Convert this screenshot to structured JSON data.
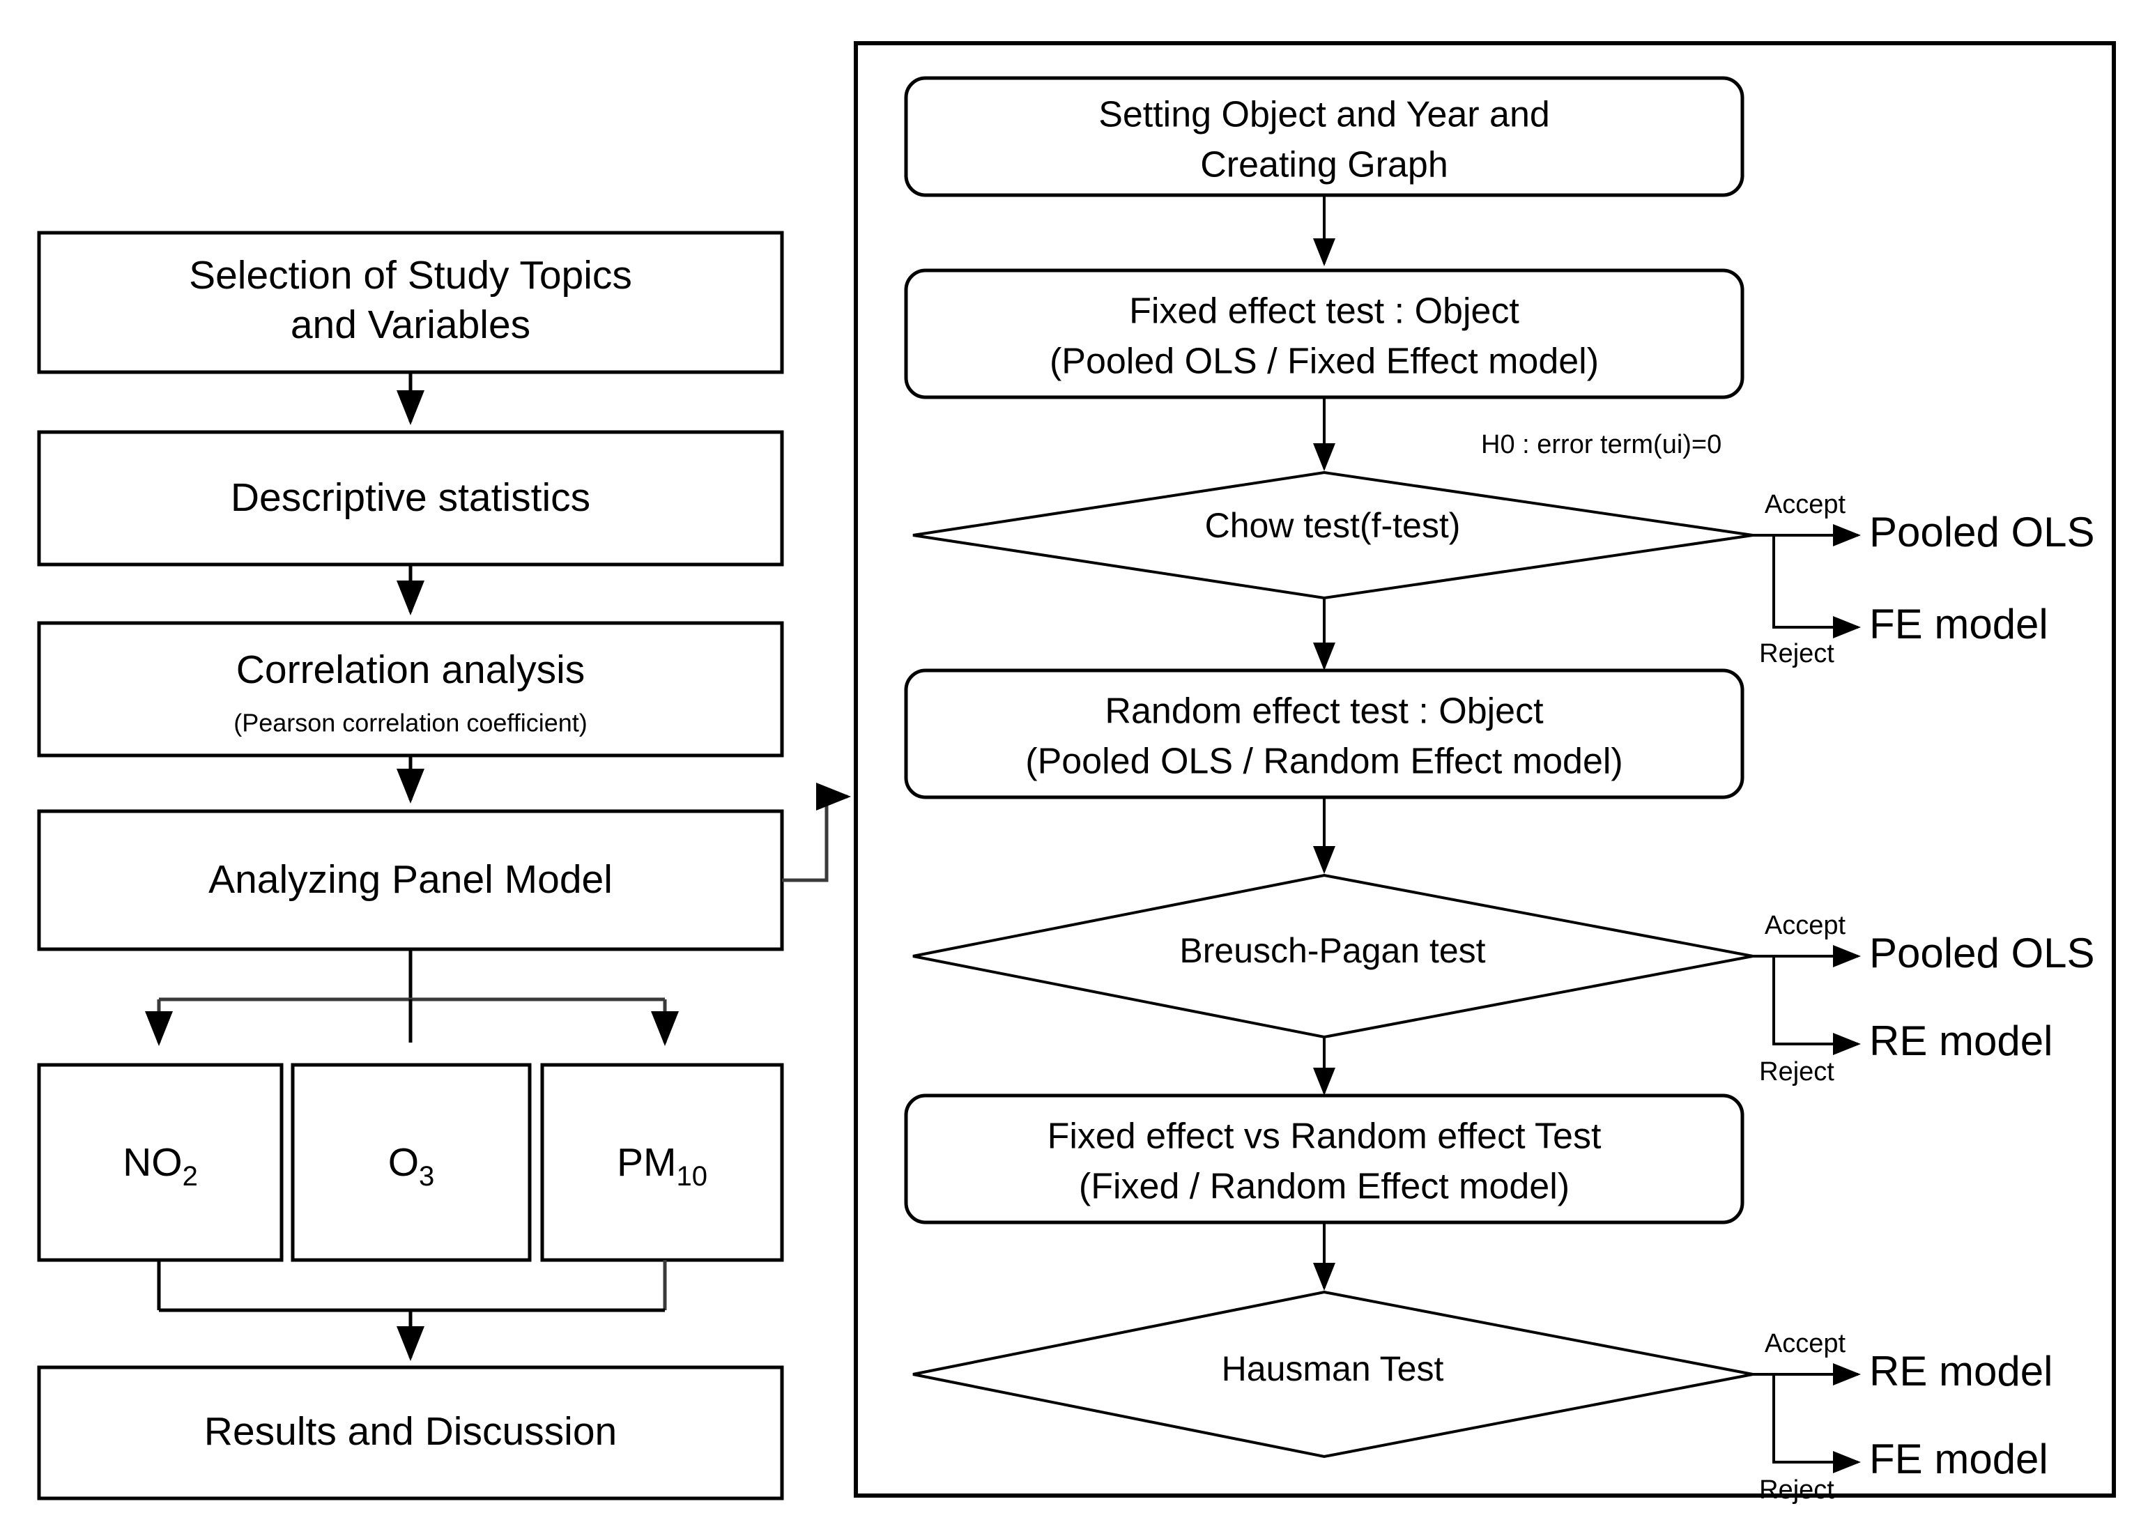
{
  "diagram": {
    "title": "Panel Model Analysis Research Flowchart",
    "colors": {
      "stroke": "#000000",
      "fill": "#ffffff",
      "connector": "#3a3a3a"
    }
  },
  "left_column": {
    "nodes": [
      {
        "id": "topics",
        "shape": "rect",
        "line1": "Selection of Study Topics",
        "line2": "and Variables"
      },
      {
        "id": "descriptive",
        "shape": "rect",
        "line1": "Descriptive statistics",
        "line2": ""
      },
      {
        "id": "correlation",
        "shape": "rect",
        "line1": "Correlation analysis",
        "line2": "(Pearson correlation coefficient)"
      },
      {
        "id": "panel",
        "shape": "rect",
        "line1": "Analyzing Panel Model",
        "line2": ""
      },
      {
        "id": "results",
        "shape": "rect",
        "line1": "Results and Discussion",
        "line2": ""
      }
    ],
    "pollutants": [
      {
        "id": "no2",
        "base": "NO",
        "sub": "2"
      },
      {
        "id": "o3",
        "base": "O",
        "sub": "3"
      },
      {
        "id": "pm10",
        "base": "PM",
        "sub": "10"
      }
    ]
  },
  "right_panel": {
    "steps": [
      {
        "id": "setting",
        "shape": "rounded-rect",
        "line1": "Setting Object and Year and",
        "line2": "Creating Graph"
      },
      {
        "id": "fe_test",
        "shape": "rounded-rect",
        "line1": "Fixed effect test : Object",
        "line2": "(Pooled OLS / Fixed Effect model)"
      },
      {
        "id": "re_test",
        "shape": "rounded-rect",
        "line1": "Random effect test : Object",
        "line2": "(Pooled OLS / Random Effect model)"
      },
      {
        "id": "fe_vs_re",
        "shape": "rounded-rect",
        "line1": "Fixed effect vs Random effect Test",
        "line2": "(Fixed / Random Effect model)"
      }
    ],
    "decisions": [
      {
        "id": "chow",
        "shape": "diamond",
        "label": "Chow test(f-test)",
        "hypothesis": "H0 : error term(ui)=0",
        "accept_label": "Accept",
        "reject_label": "Reject",
        "accept_outcome": "Pooled OLS",
        "reject_outcome": "FE model"
      },
      {
        "id": "breusch_pagan",
        "shape": "diamond",
        "label": "Breusch-Pagan test",
        "hypothesis": "",
        "accept_label": "Accept",
        "reject_label": "Reject",
        "accept_outcome": "Pooled OLS",
        "reject_outcome": "RE model"
      },
      {
        "id": "hausman",
        "shape": "diamond",
        "label": "Hausman Test",
        "hypothesis": "",
        "accept_label": "Accept",
        "reject_label": "Reject",
        "accept_outcome": "RE model",
        "reject_outcome": "FE model"
      }
    ]
  }
}
